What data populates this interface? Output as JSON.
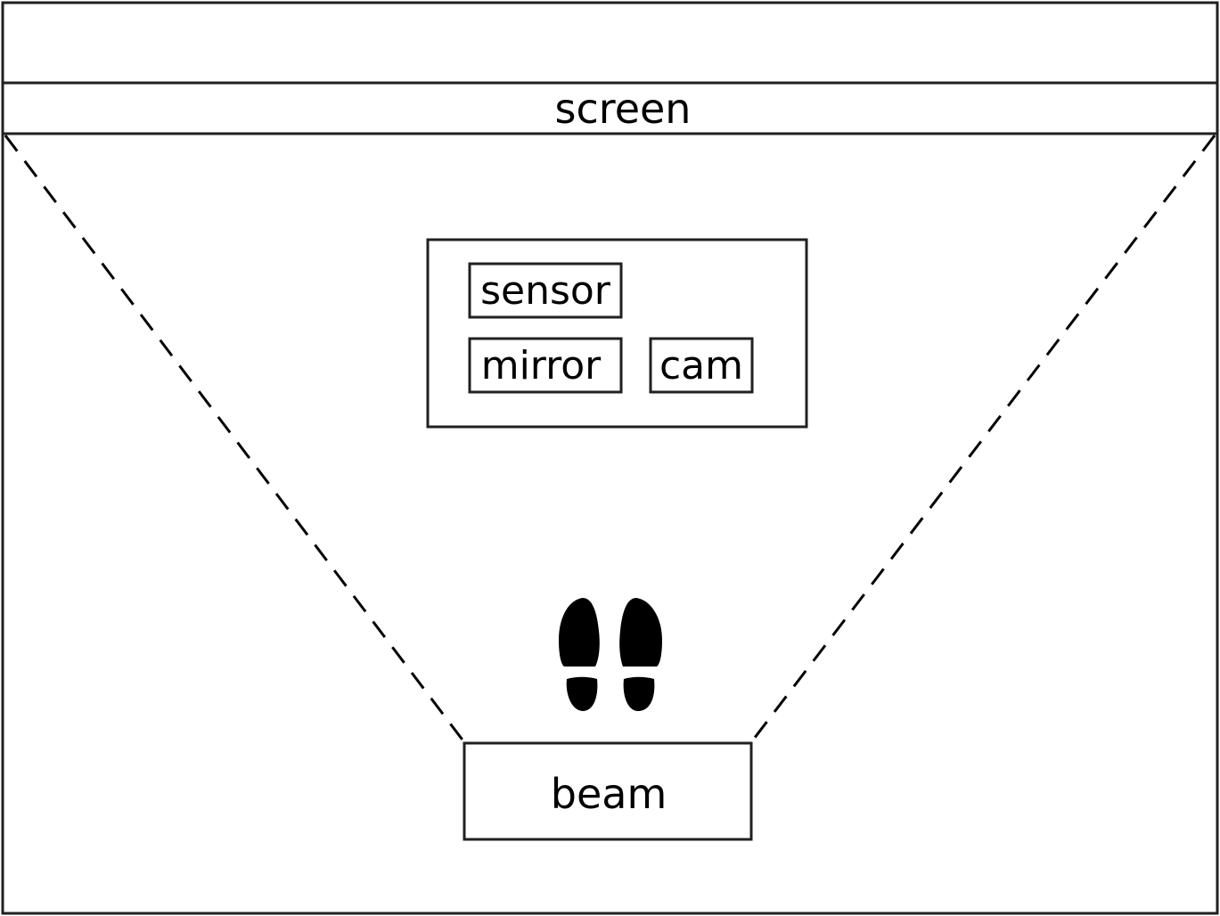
{
  "labels": {
    "screen": "screen",
    "sensor": "sensor",
    "mirror": "mirror",
    "cam": "cam",
    "beam": "beam"
  },
  "icons": {
    "footprints": "footprints-icon"
  },
  "colors": {
    "stroke": "#231f20",
    "fill": "#000000",
    "background": "#ffffff"
  }
}
